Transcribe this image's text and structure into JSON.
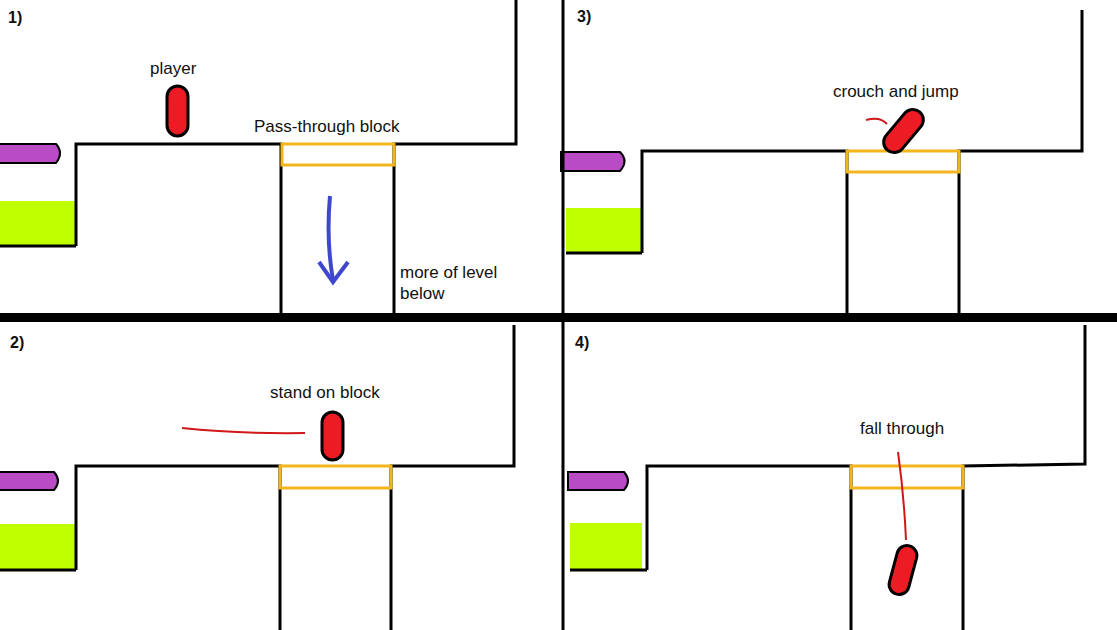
{
  "diagram": {
    "labels": [
      "1)",
      "player",
      "Pass-through block",
      "more of level below",
      "3)",
      "crouch and jump",
      "2)",
      "stand on block",
      "4)",
      "fall through"
    ]
  }
}
